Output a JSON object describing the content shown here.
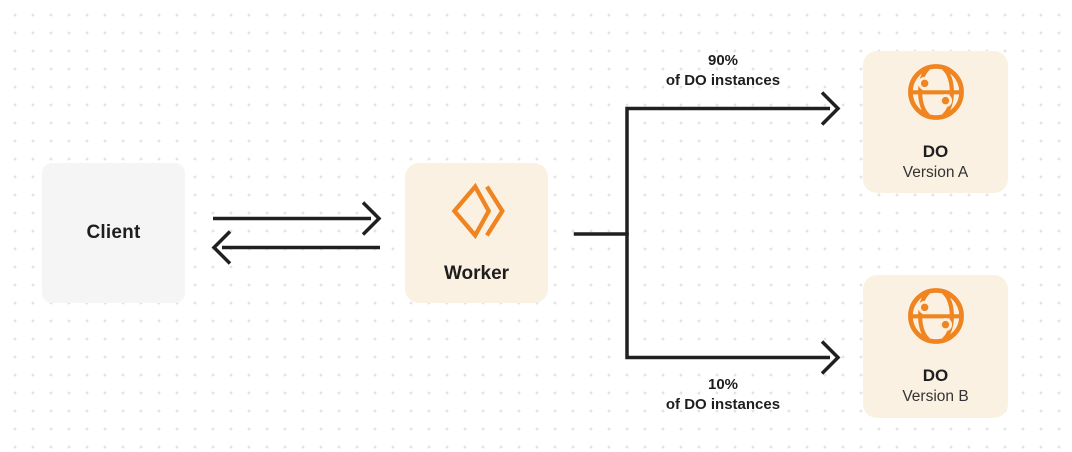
{
  "colors": {
    "background": "#ffffff",
    "dot_grid": "#e4e4e4",
    "ink": "#202020",
    "accent_orange": "#ef8420",
    "card_cream": "#fbf1e2",
    "card_gray": "#f5f5f6"
  },
  "nodes": {
    "client": {
      "label": "Client"
    },
    "worker": {
      "label": "Worker",
      "icon": "worker-chevrons-icon"
    },
    "do_a": {
      "label": "DO",
      "sublabel": "Version A",
      "icon": "durable-object-globe-icon"
    },
    "do_b": {
      "label": "DO",
      "sublabel": "Version B",
      "icon": "durable-object-globe-icon"
    }
  },
  "edges": [
    {
      "from": "client",
      "to": "worker",
      "style": "bidirectional-arrows"
    },
    {
      "from": "worker",
      "to": "do_a",
      "label_line1": "90%",
      "label_line2": "of DO instances"
    },
    {
      "from": "worker",
      "to": "do_b",
      "label_line1": "10%",
      "label_line2": "of DO instances"
    }
  ]
}
